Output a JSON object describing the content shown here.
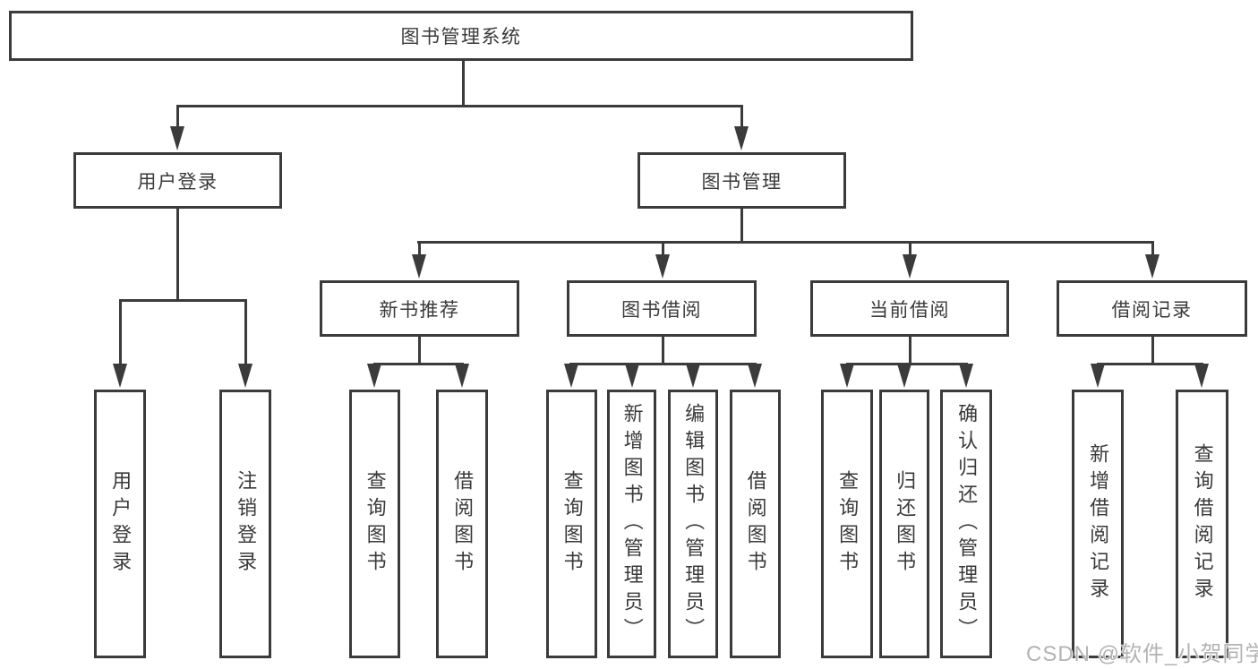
{
  "diagram": {
    "title": "图书管理系统",
    "root": {
      "label": "图书管理系统"
    },
    "level2": [
      {
        "label": "用户登录"
      },
      {
        "label": "图书管理"
      }
    ],
    "level3": [
      {
        "label": "新书推荐",
        "parent": "图书管理"
      },
      {
        "label": "图书借阅",
        "parent": "图书管理"
      },
      {
        "label": "当前借阅",
        "parent": "图书管理"
      },
      {
        "label": "借阅记录",
        "parent": "图书管理"
      }
    ],
    "level4": [
      {
        "label": "用户登录",
        "parent": "用户登录"
      },
      {
        "label": "注销登录",
        "parent": "用户登录"
      },
      {
        "label": "查询图书",
        "parent": "新书推荐"
      },
      {
        "label": "借阅图书",
        "parent": "新书推荐"
      },
      {
        "label": "查询图书",
        "parent": "图书借阅"
      },
      {
        "label": "新增图书（管理员）",
        "parent": "图书借阅"
      },
      {
        "label": "编辑图书（管理员）",
        "parent": "图书借阅"
      },
      {
        "label": "借阅图书",
        "parent": "图书借阅"
      },
      {
        "label": "查询图书",
        "parent": "当前借阅"
      },
      {
        "label": "归还图书",
        "parent": "当前借阅"
      },
      {
        "label": "确认归还（管理员）",
        "parent": "当前借阅"
      },
      {
        "label": "新增借阅记录",
        "parent": "借阅记录"
      },
      {
        "label": "查询借阅记录",
        "parent": "借阅记录"
      }
    ]
  },
  "watermark": {
    "text": "CSDN @软件_小贺同学"
  },
  "colors": {
    "line": "#3b3b3b",
    "text": "#3a3a3a",
    "watermark": "#b3b3b3",
    "background": "#ffffff"
  }
}
